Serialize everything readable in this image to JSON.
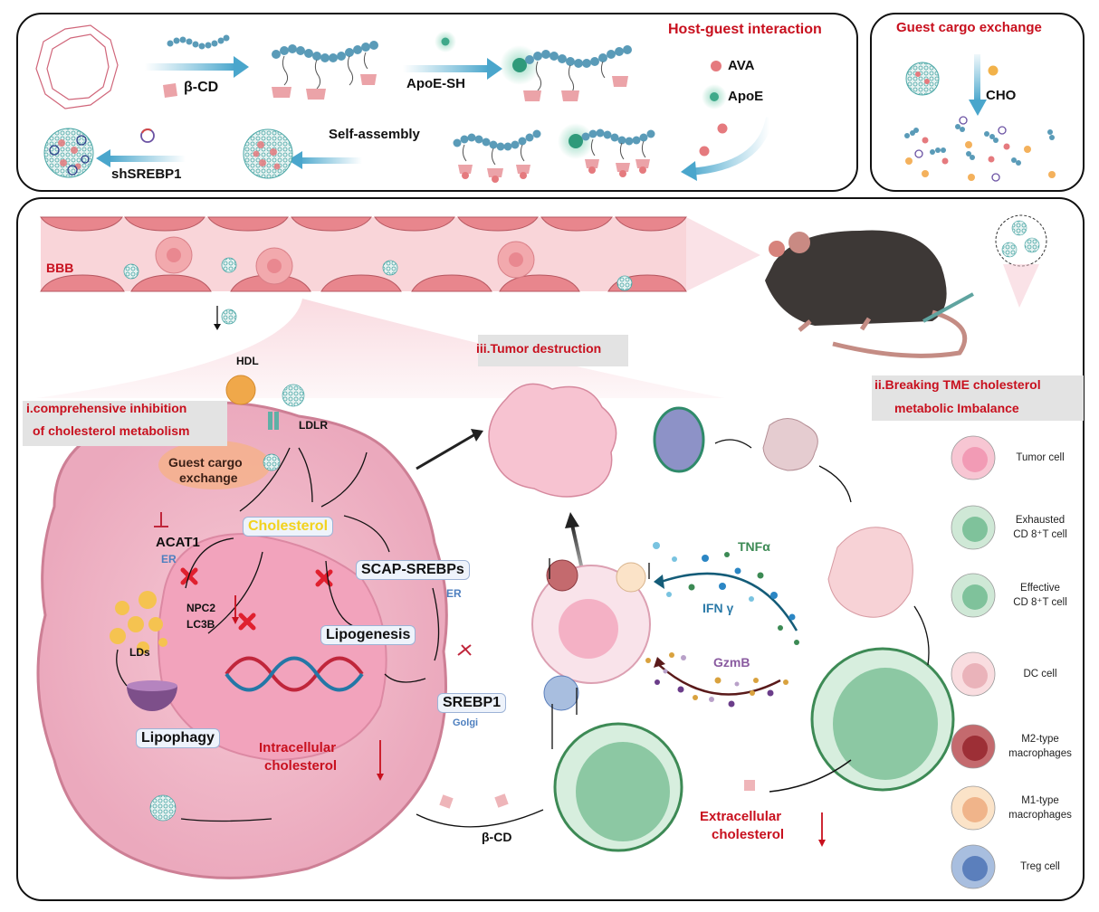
{
  "top_panel": {
    "title": "Host-guest interaction",
    "step_labels": {
      "beta_cd": "β-CD",
      "apoe_sh": "ApoE-SH",
      "self_assembly": "Self-assembly",
      "shsrebp1": "shSREBP1"
    },
    "legend": [
      {
        "label": "AVA",
        "color": "#e57a7e"
      },
      {
        "label": "ApoE",
        "color": "#3fa98a"
      }
    ]
  },
  "exchange_panel": {
    "title": "Guest cargo exchange",
    "cho_label": "CHO"
  },
  "main_panel": {
    "bbb_label": "BBB",
    "section_i": [
      "i.comprehensive inhibition",
      "of cholesterol metabolism"
    ],
    "section_ii": [
      "ii.Breaking TME cholesterol",
      "metabolic Imbalance"
    ],
    "section_iii": "iii.Tumor destruction",
    "cell_labels": {
      "hdl": "HDL",
      "ldlr": "LDLR",
      "guest_cargo_exchange": [
        "Guest cargo",
        "exchange"
      ],
      "cholesterol": "Cholesterol",
      "acat1": "ACAT1",
      "er1": "ER",
      "npc2": "NPC2",
      "lc3b": "LC3B",
      "lds": "LDs",
      "lipophagy": "Lipophagy",
      "scap_srebps": "SCAP-SREBPs",
      "er2": "ER",
      "lipogenesis": "Lipogenesis",
      "srebp1": "SREBP1",
      "golgi": "Golgi",
      "intracellular": [
        "Intracellular",
        "cholesterol"
      ],
      "beta_cd": "β-CD",
      "extracellular": [
        "Extracellular",
        "cholesterol"
      ]
    },
    "cytokines": {
      "tnf": "TNFα",
      "ifn": "IFN γ",
      "gzmb": "GzmB"
    },
    "legend": [
      {
        "label": "Tumor cell",
        "fill": "#f7c6d3",
        "nucleus": "#f29bb5"
      },
      {
        "label": "Exhausted\nCD 8⁺T cell",
        "fill": "#cfe8d6",
        "nucleus": "#7fc29b"
      },
      {
        "label": "Effective\nCD 8⁺T cell",
        "fill": "#cfe8d6",
        "nucleus": "#7fc29b"
      },
      {
        "label": "DC cell",
        "fill": "#f9dde0",
        "nucleus": "#eab3ba"
      },
      {
        "label": "M2-type\nmacrophages",
        "fill": "#c46a6e",
        "nucleus": "#9d2f36"
      },
      {
        "label": "M1-type\nmacrophages",
        "fill": "#fbe3c8",
        "nucleus": "#f0b48a"
      },
      {
        "label": "Treg cell",
        "fill": "#a8bedf",
        "nucleus": "#5b7fbc"
      }
    ]
  },
  "colors": {
    "accent_red": "#c8101e",
    "arrow_blue": "#5ab1d3",
    "tnf_green": "#3c8a54",
    "ifn_blue": "#2b7aa8",
    "gzmb_purple": "#8a5ba0",
    "label_blue": "#4d7fbf",
    "cholesterol_yellow": "#f2d21e"
  }
}
